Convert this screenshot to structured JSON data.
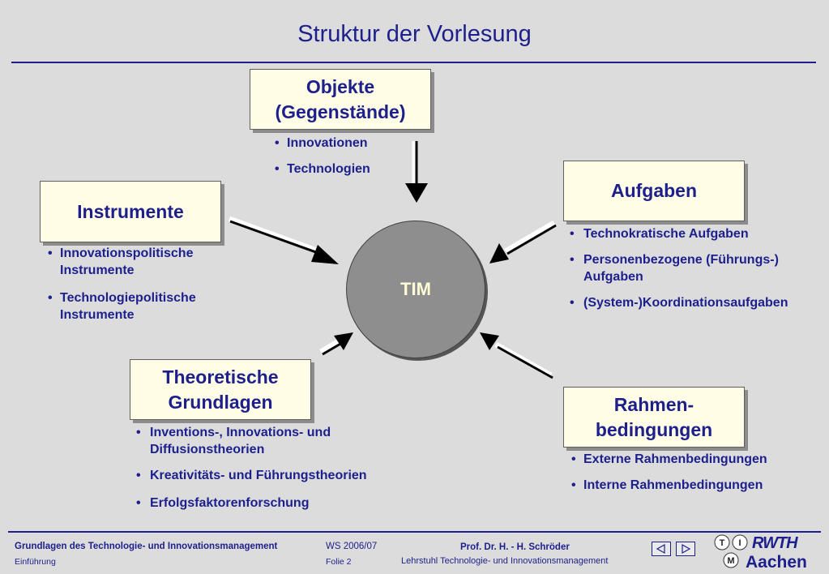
{
  "title": "Struktur der Vorlesung",
  "center_label": "TIM",
  "boxes": {
    "objekte": {
      "line1": "Objekte",
      "line2": "(Gegenstände)",
      "items": [
        "Innovationen",
        "Technologien"
      ]
    },
    "instrumente": {
      "label": "Instrumente",
      "items": [
        "Innovationspolitische Instrumente",
        "Technologiepolitische Instrumente"
      ]
    },
    "aufgaben": {
      "label": "Aufgaben",
      "items": [
        "Technokratische Aufgaben",
        "Personenbezogene (Führungs-) Aufgaben",
        "(System-)Koordinationsaufgaben"
      ]
    },
    "theorie": {
      "line1": "Theoretische",
      "line2": "Grundlagen",
      "items": [
        "Inventions-, Innovations- und Diffusionstheorien",
        "Kreativitäts- und Führungstheorien",
        "Erfolgsfaktorenforschung"
      ]
    },
    "rahmen": {
      "line1": "Rahmen-",
      "line2": "bedingungen",
      "items": [
        "Externe Rahmenbedingungen",
        "Interne Rahmenbedingungen"
      ]
    }
  },
  "footer": {
    "course": "Grundlagen des Technologie- und Innovationsmanagement",
    "chapter": "Einführung",
    "semester": "WS 2006/07",
    "slide": "Folie 2",
    "professor": "Prof. Dr. H. - H. Schröder",
    "chair": "Lehrstuhl Technologie- und Innovationsmanagement",
    "logo_rwth": "RWTH",
    "logo_city": "Aachen",
    "logo_letters": [
      "T",
      "I",
      "M"
    ]
  },
  "colors": {
    "text": "#1c1f8c",
    "box_fill": "#fffde6",
    "circle": "#8e8e8e",
    "background": "#dcdcdc",
    "tim_text": "#fffdd6"
  }
}
